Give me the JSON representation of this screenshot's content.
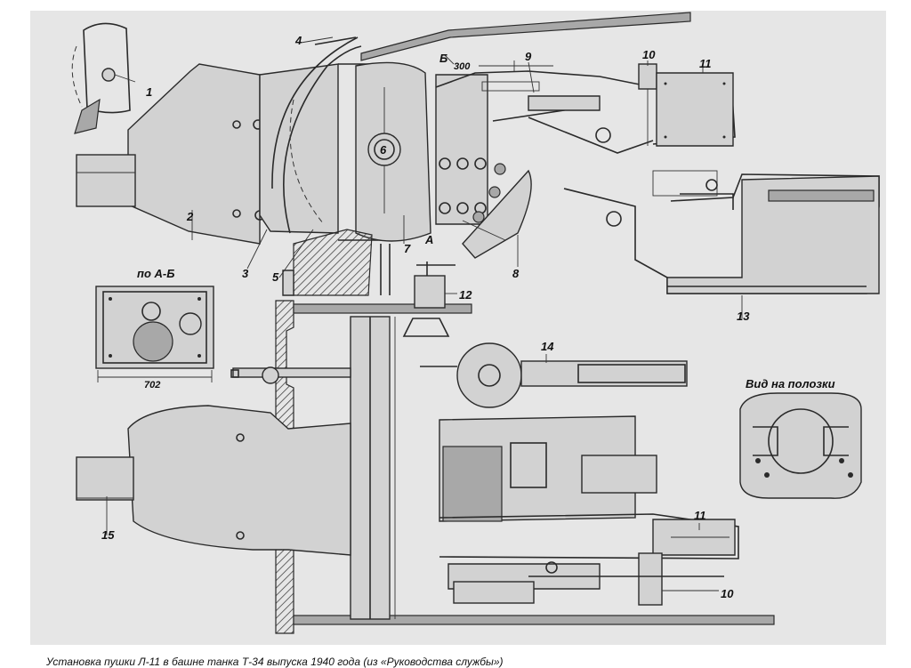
{
  "caption": "Установка пушки Л-11 в башне танка Т-34 выпуска 1940 года (из «Руководства службы»)",
  "labels": {
    "l1": "1",
    "l2": "2",
    "l3": "3",
    "l4": "4",
    "l5": "5",
    "l6": "6",
    "l7": "7",
    "l8": "8",
    "l9": "9",
    "l10a": "10",
    "l11a": "11",
    "l12": "12",
    "l13": "13",
    "l14": "14",
    "l15": "15",
    "l10b": "10",
    "l11b": "11"
  },
  "section_marks": {
    "a": "А",
    "b": "Б"
  },
  "dims": {
    "d300": "300",
    "d702": "702"
  },
  "section_title": "по А-Б",
  "view_title": "Вид на полозки"
}
